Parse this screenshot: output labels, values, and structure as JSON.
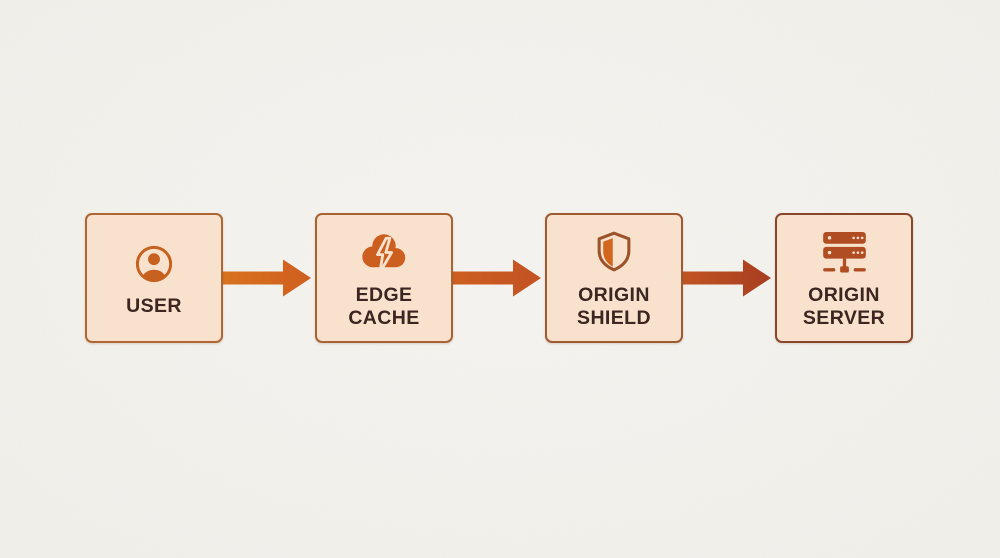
{
  "diagram": {
    "type": "flow",
    "nodes": [
      {
        "id": "user",
        "label": "USER",
        "lines": [
          "USER"
        ],
        "icon": "user-icon"
      },
      {
        "id": "edge-cache",
        "label": "EDGE CACHE",
        "lines": [
          "EDGE",
          "CACHE"
        ],
        "icon": "cloud-lightning-icon"
      },
      {
        "id": "origin-shield",
        "label": "ORIGIN SHIELD",
        "lines": [
          "ORIGIN",
          "SHIELD"
        ],
        "icon": "shield-icon"
      },
      {
        "id": "origin-server",
        "label": "ORIGIN SERVER",
        "lines": [
          "ORIGIN",
          "SERVER"
        ],
        "icon": "server-icon"
      }
    ],
    "arrows": [
      {
        "from": "USER",
        "to": "EDGE CACHE"
      },
      {
        "from": "EDGE CACHE",
        "to": "ORIGIN SHIELD"
      },
      {
        "from": "ORIGIN SHIELD",
        "to": "ORIGIN SERVER"
      }
    ],
    "colors": {
      "background": "#f6f4f0",
      "box_fill": "#f9e2cd",
      "label_text": "#3b2621",
      "node_borders": [
        "#ae6733",
        "#a96231",
        "#9e5a31",
        "#8a462b"
      ],
      "icon_colors": [
        "#c6611f",
        "#cc5e1f",
        "#9c522a",
        "#b04d22"
      ],
      "shield_inner": "#d2661f",
      "arrow_gradients": [
        [
          "#d8721e",
          "#cf5e1f"
        ],
        [
          "#cd5f20",
          "#c35224"
        ],
        [
          "#c05523",
          "#a83d21"
        ]
      ]
    }
  }
}
